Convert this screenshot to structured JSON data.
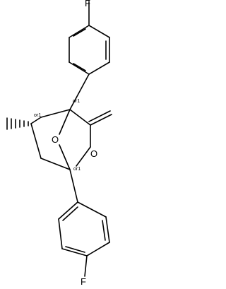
{
  "molecule": {
    "atoms": {
      "fluorine_top": "F",
      "fluorine_bottom": "F",
      "ring_oxygen": "O",
      "bridge_oxygen": "O"
    },
    "stereo_tags": {
      "upper_bridgehead": "or1",
      "methyl_carbon": "or1",
      "lower_bridgehead": "or1"
    },
    "colors": {
      "bond": "#000000",
      "background": "#ffffff"
    }
  }
}
